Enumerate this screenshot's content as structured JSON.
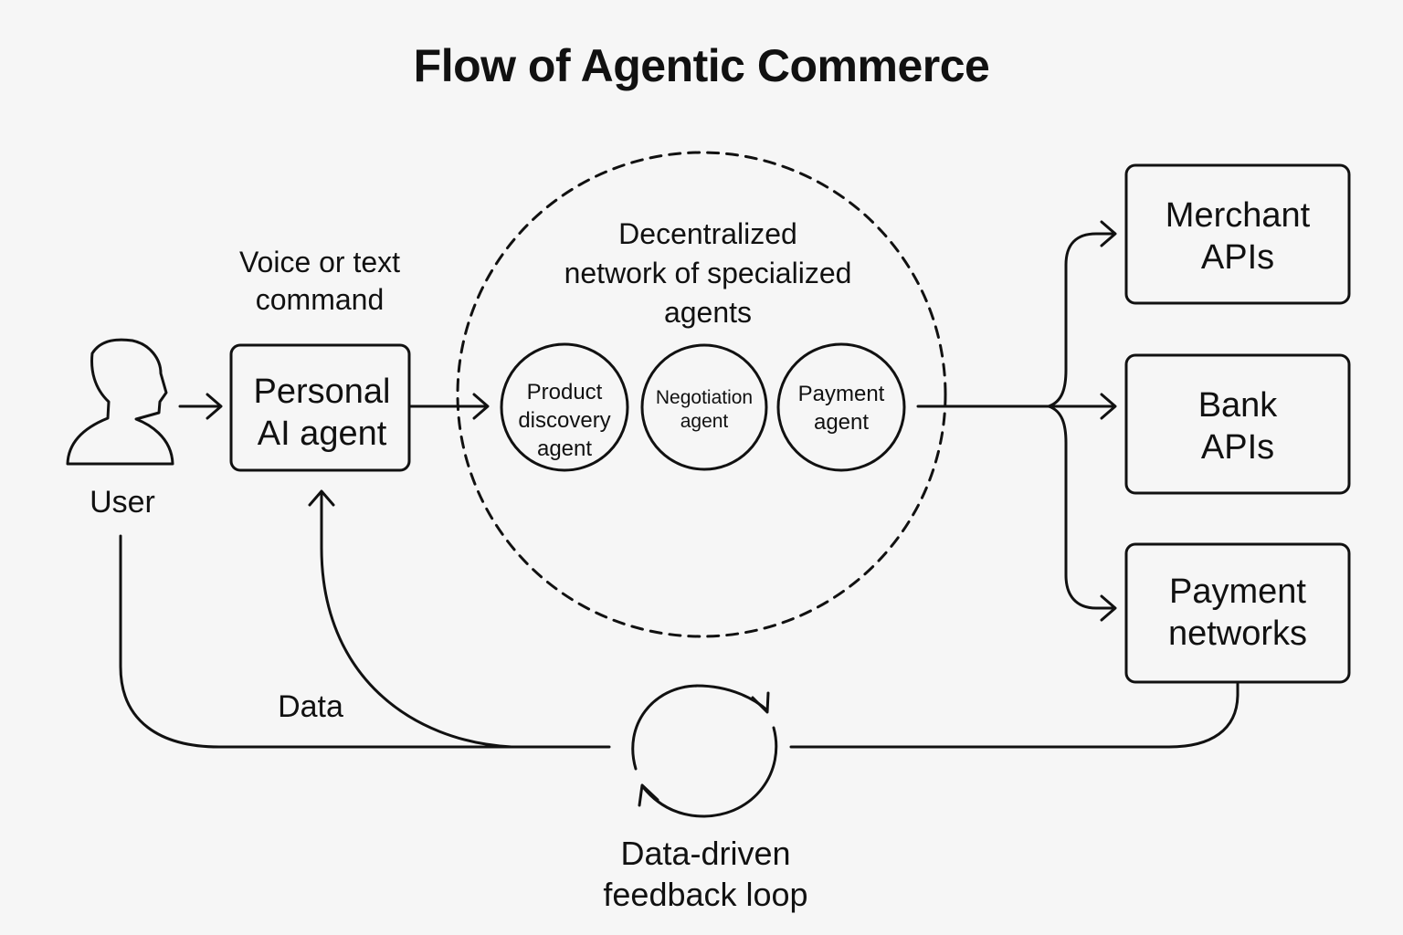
{
  "diagram": {
    "title": "Flow of Agentic Commerce",
    "user": {
      "label": "User",
      "icon": "user-silhouette-icon"
    },
    "command_label": "Voice or text\ncommand",
    "personal_agent": {
      "label": "Personal\nAI agent"
    },
    "network": {
      "label": "Decentralized\nnetwork of specialized\nagents",
      "agents": [
        {
          "label": "Product\ndiscovery\nagent"
        },
        {
          "label": "Negotiation\nagent"
        },
        {
          "label": "Payment\nagent"
        }
      ]
    },
    "destinations": [
      {
        "label": "Merchant\nAPIs"
      },
      {
        "label": "Bank\nAPIs"
      },
      {
        "label": "Payment\nnetworks"
      }
    ],
    "data_label": "Data",
    "feedback_loop": {
      "label": "Data-driven\nfeedback loop",
      "icon": "cycle-arrows-icon"
    }
  }
}
